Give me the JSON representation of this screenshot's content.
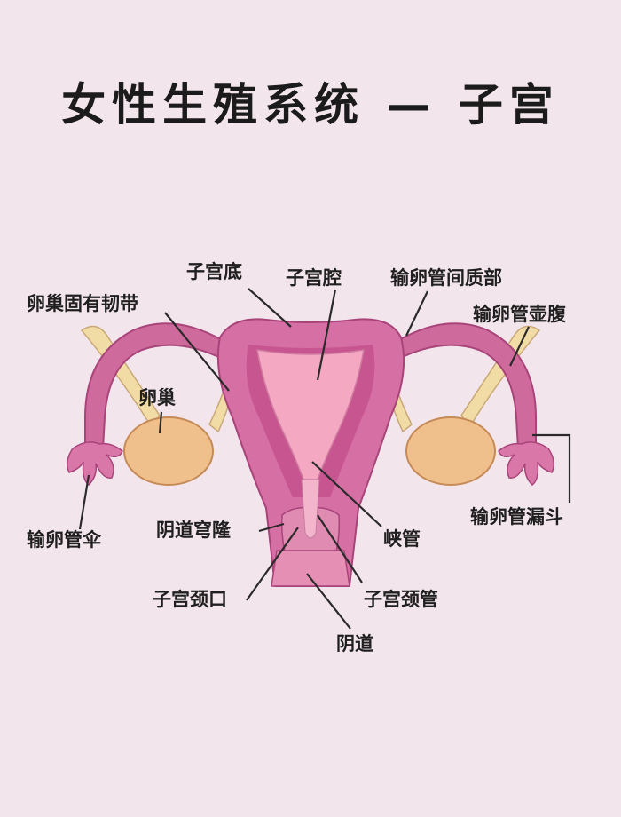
{
  "title": "女性生殖系统 — 子宫",
  "labels": {
    "fundus": "子宫底",
    "cavity": "子宫腔",
    "interstitial": "输卵管间质部",
    "ampulla": "输卵管壶腹",
    "ovarian_ligament": "卵巢固有韧带",
    "ovary": "卵巢",
    "fimbriae": "输卵管伞",
    "fornix": "阴道穹隆",
    "isthmus_canal": "峡管",
    "infundibulum": "输卵管漏斗",
    "external_os": "子宫颈口",
    "cervical_canal": "子宫颈管",
    "vagina": "阴道"
  },
  "colors": {
    "background": "#f3e5ec",
    "uterus_outer": "#d66fa3",
    "uterus_inner": "#c75590",
    "cavity": "#f4a8c2",
    "tube": "#cf6a9c",
    "ovary": "#f0c08c",
    "ligament": "#f2dca6",
    "line": "#2a2a2a"
  }
}
